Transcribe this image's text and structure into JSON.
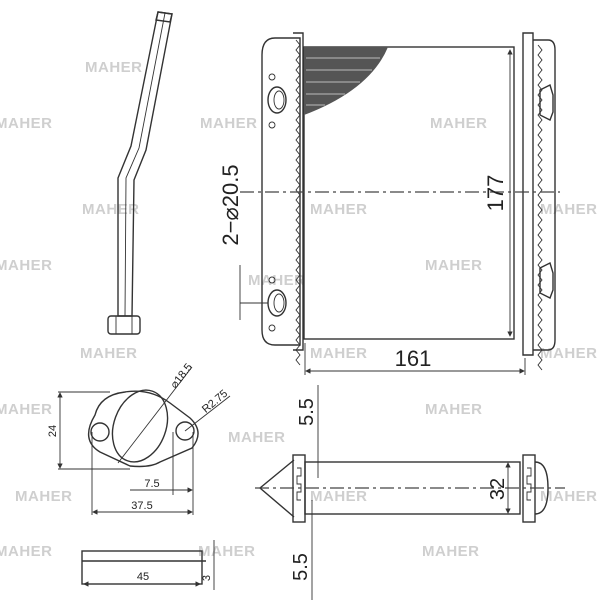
{
  "watermark": "MAHER",
  "colors": {
    "line": "#333333",
    "watermark": "#cfcfcf",
    "background": "#ffffff"
  },
  "front_view": {
    "height_label": "177",
    "width_label": "161",
    "pipe_label": "2−⌀20.5"
  },
  "flange_view": {
    "height_label": "24",
    "hole_label": "⌀18.5",
    "radius_label": "R2.75",
    "offset_label": "7.5",
    "width_label": "37.5"
  },
  "side_view": {
    "depth_label": "32",
    "top_offset_label": "5.5",
    "bottom_offset_label": "5.5"
  },
  "gasket_view": {
    "length_label": "45",
    "thickness_label": "3"
  }
}
